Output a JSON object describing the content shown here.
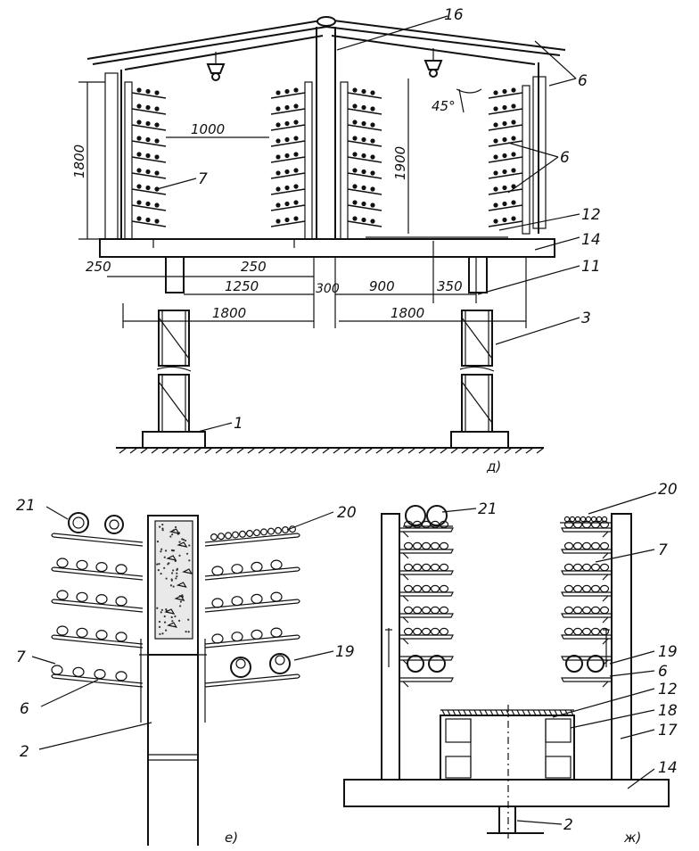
{
  "colors": {
    "ink": "#111111",
    "paper": "#ffffff"
  },
  "diagram_d": {
    "caption": "д)",
    "dimensions": {
      "height_left": "1800",
      "height_right": "1900",
      "shelf_gap": "1000",
      "angle": "45°",
      "d250a": "250",
      "d250b": "250",
      "d1250": "1250",
      "d300": "300",
      "d900": "900",
      "d350": "350",
      "d1800_left": "1800",
      "d1800_right": "1800"
    },
    "labels": {
      "l16": "16",
      "l6a": "6",
      "l6b": "6",
      "l7": "7",
      "l12": "12",
      "l14": "14",
      "l11": "11",
      "l3": "3",
      "l1": "1"
    }
  },
  "diagram_e": {
    "caption": "е)",
    "labels": {
      "l21": "21",
      "l20": "20",
      "l7": "7",
      "l19": "19",
      "l6": "6",
      "l2": "2"
    }
  },
  "diagram_zh": {
    "caption": "ж)",
    "labels": {
      "l20": "20",
      "l21": "21",
      "l7": "7",
      "l19": "19",
      "l6": "6",
      "l12": "12",
      "l18": "18",
      "l17": "17",
      "l14": "14",
      "l2": "2"
    }
  }
}
